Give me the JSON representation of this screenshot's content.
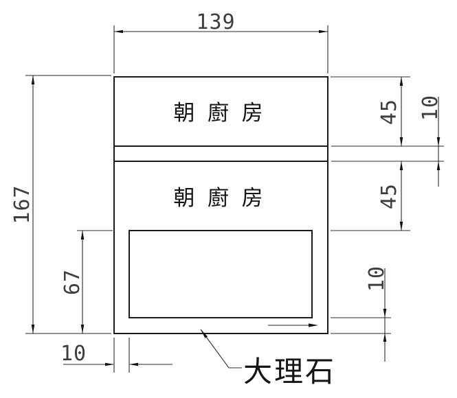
{
  "drawing": {
    "labels": {
      "room_top": "朝 廚 房",
      "room_middle": "朝 廚 房",
      "material": "大理石"
    },
    "dims": {
      "overall_width": "139",
      "overall_height": "167",
      "top_panel_height": "45",
      "panel_gap": "10",
      "middle_panel_height": "45",
      "opening_height": "67",
      "left_edge_thickness": "10",
      "bottom_edge_thickness": "10"
    },
    "colors": {
      "object_line": "#1a1a1a",
      "dimension_line": "#2a2a2a",
      "dimension_text": "#3d3d3d",
      "background": "#ffffff"
    }
  }
}
